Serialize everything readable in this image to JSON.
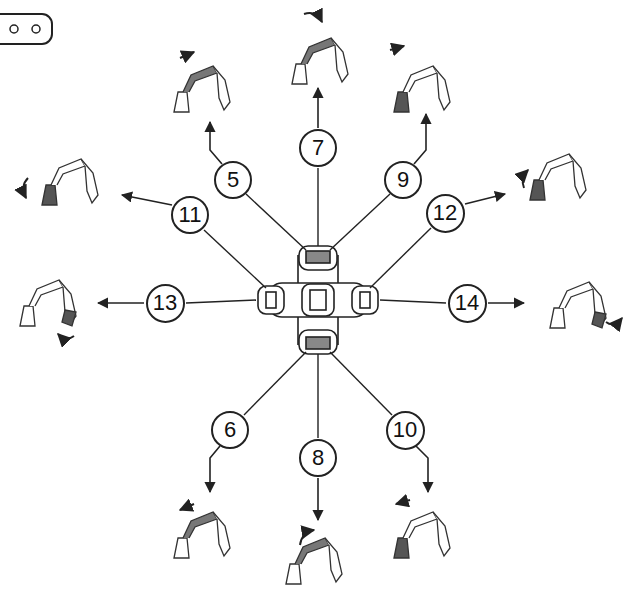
{
  "diagram": {
    "nodes": [
      {
        "text": [
          "5"
        ]
      },
      {
        "text": [
          "7"
        ]
      },
      {
        "text": [
          "9"
        ]
      },
      {
        "text": [
          "11"
        ]
      },
      {
        "text": [
          "12"
        ]
      },
      {
        "text": [
          "13"
        ]
      },
      {
        "text": [
          "14"
        ]
      },
      {
        "text": [
          "6"
        ]
      },
      {
        "text": [
          "8"
        ]
      },
      {
        "text": [
          "10"
        ]
      }
    ]
  }
}
